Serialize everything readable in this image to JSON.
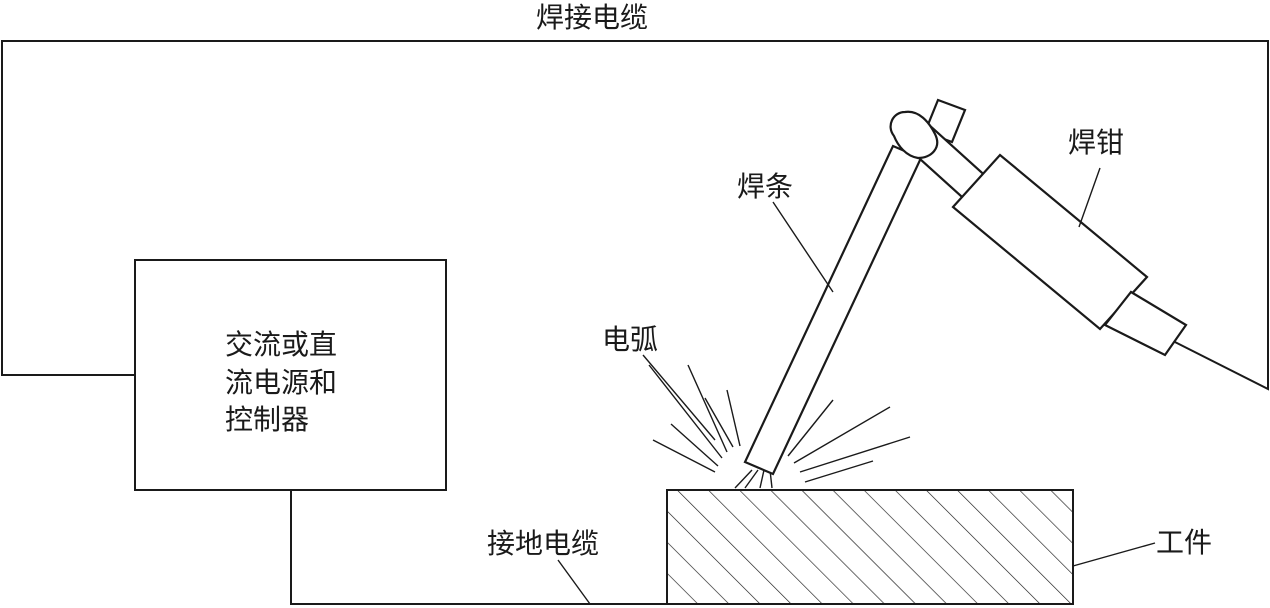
{
  "labels": {
    "welding_cable": "焊接电缆",
    "power_source_line1": "交流或直",
    "power_source_line2": "流电源和",
    "power_source_line3": "控制器",
    "electrode": "焊条",
    "electrode_holder": "焊钳",
    "arc": "电弧",
    "ground_cable": "接地电缆",
    "workpiece": "工件"
  },
  "colors": {
    "line": "#1a1a1a",
    "background": "#ffffff"
  }
}
